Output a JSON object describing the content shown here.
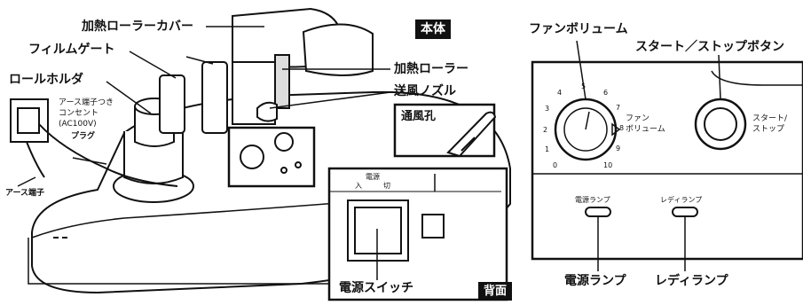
{
  "labels": {
    "heating_roller_cover": "加熱ローラーカバー",
    "film_gate": "フィルムゲート",
    "roll_holder": "ロールホルダ",
    "heating_roller": "加熱ローラー",
    "air_nozzle": "送風ノズル",
    "air_hole": "通風孔",
    "outlet_line1": "アース端子つき",
    "outlet_line2": "コンセント",
    "outlet_line3": "(AC100V)",
    "plug": "プラグ",
    "earth_terminal": "アース端子",
    "power_switch": "電源スイッチ",
    "power_lamp": "電源ランプ",
    "ready_lamp": "レディランプ",
    "fan_volume": "ファンボリューム",
    "start_stop_button": "スタート／ストップボタン"
  },
  "tags": {
    "main_body": "本体",
    "rear": "背面"
  },
  "panel": {
    "fan_label_line1": "ファン",
    "fan_label_line2": "ボリューム",
    "start_label_line1": "スタート/",
    "start_label_line2": "ストップ",
    "power_lamp_small": "電源ランプ",
    "ready_lamp_small": "レディランプ",
    "dial_ticks": [
      "0",
      "1",
      "2",
      "3",
      "4",
      "5",
      "6",
      "7",
      "8",
      "9",
      "10"
    ]
  },
  "rear_panel": {
    "switch_label": "電源",
    "on_mark": "入",
    "off_mark": "切"
  }
}
